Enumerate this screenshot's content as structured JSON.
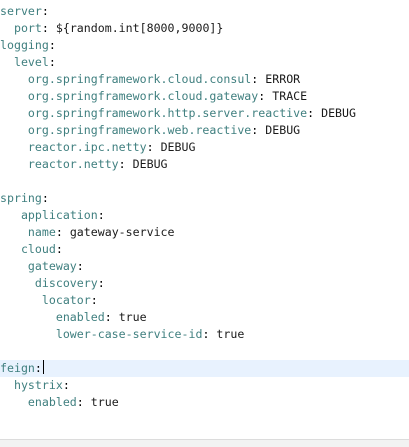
{
  "editor": {
    "colors": {
      "key": "#3f7f7f",
      "value": "#1a1a1a",
      "current_line": "#e8f2fe"
    },
    "current_line_index": 21,
    "lines": [
      {
        "indent": "",
        "key": "server",
        "value": ""
      },
      {
        "indent": "  ",
        "key": "port",
        "value": "${random.int[8000,9000]}"
      },
      {
        "indent": "",
        "key": "logging",
        "value": ""
      },
      {
        "indent": "  ",
        "key": "level",
        "value": ""
      },
      {
        "indent": "    ",
        "key": "org.springframework.cloud.consul",
        "value": "ERROR"
      },
      {
        "indent": "    ",
        "key": "org.springframework.cloud.gateway",
        "value": "TRACE"
      },
      {
        "indent": "    ",
        "key": "org.springframework.http.server.reactive",
        "value": "DEBUG"
      },
      {
        "indent": "    ",
        "key": "org.springframework.web.reactive",
        "value": "DEBUG"
      },
      {
        "indent": "    ",
        "key": "reactor.ipc.netty",
        "value": "DEBUG"
      },
      {
        "indent": "    ",
        "key": "reactor.netty",
        "value": "DEBUG"
      },
      {
        "indent": "",
        "key": "",
        "value": ""
      },
      {
        "indent": "",
        "key": "spring",
        "value": ""
      },
      {
        "indent": "   ",
        "key": "application",
        "value": ""
      },
      {
        "indent": "    ",
        "key": "name",
        "value": "gateway-service"
      },
      {
        "indent": "   ",
        "key": "cloud",
        "value": ""
      },
      {
        "indent": "    ",
        "key": "gateway",
        "value": ""
      },
      {
        "indent": "     ",
        "key": "discovery",
        "value": ""
      },
      {
        "indent": "      ",
        "key": "locator",
        "value": ""
      },
      {
        "indent": "        ",
        "key": "enabled",
        "value": "true"
      },
      {
        "indent": "        ",
        "key": "lower-case-service-id",
        "value": "true"
      },
      {
        "indent": "",
        "key": "",
        "value": ""
      },
      {
        "indent": "",
        "key": "feign",
        "value": ""
      },
      {
        "indent": "  ",
        "key": "hystrix",
        "value": ""
      },
      {
        "indent": "    ",
        "key": "enabled",
        "value": "true"
      }
    ]
  }
}
